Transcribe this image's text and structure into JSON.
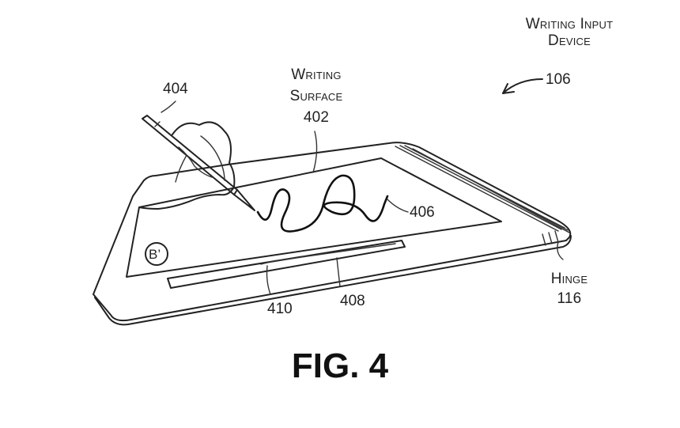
{
  "labels": {
    "device_title_line1": "Writing Input",
    "device_title_line2": "Device",
    "device_ref": "106",
    "stylus_ref": "404",
    "surface_title_line1": "Writing",
    "surface_title_line2": "Surface",
    "surface_ref": "402",
    "ink_ref": "406",
    "hinge_title": "Hinge",
    "hinge_ref": "116",
    "ref_410": "410",
    "ref_408": "408",
    "marker": "B’"
  },
  "caption": "FIG. 4"
}
